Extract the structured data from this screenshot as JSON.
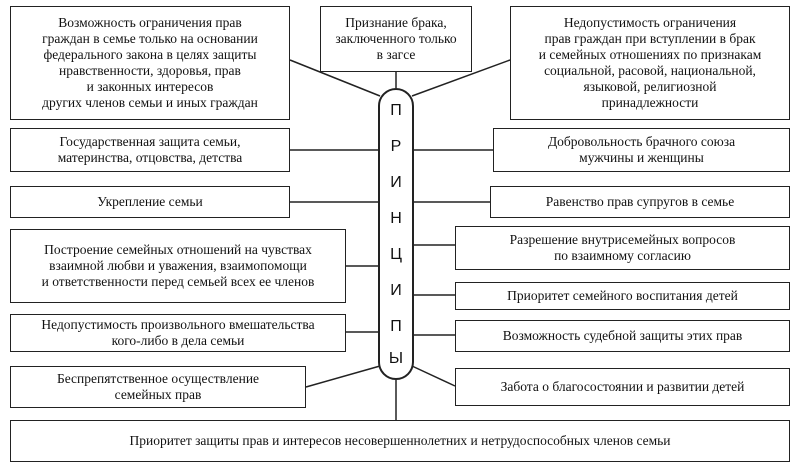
{
  "title_letters": [
    "П",
    "Р",
    "И",
    "Н",
    "Ц",
    "И",
    "П",
    "Ы"
  ],
  "top_center": "Признание брака,\nзаключенного только\nв загсе",
  "left": [
    "Возможность ограничения прав\nграждан в семье только на основании\nфедерального закона в целях защиты\nнравственности, здоровья, прав\nи законных интересов\nдругих членов семьи  и иных граждан",
    "Государственная защита семьи,\nматеринства, отцовства, детства",
    "Укрепление семьи",
    "Построение семейных отношений на чувствах\nвзаимной любви и уважения, взаимопомощи\nи ответственности перед семьей всех ее членов",
    "Недопустимость произвольного вмешательства\nкого-либо в дела семьи",
    "Беспрепятственное осуществление\nсемейных прав"
  ],
  "right": [
    "Недопустимость ограничения\nправ граждан при вступлении в брак\nи семейных отношениях по признакам\nсоциальной, расовой, национальной,\nязыковой, религиозной\nпринадлежности",
    "Добровольность брачного союза\nмужчины и женщины",
    "Равенство прав супругов в семье",
    "Разрешение внутрисемейных вопросов\nпо взаимному согласию",
    "Приоритет семейного воспитания детей",
    "Возможность судебной защиты этих прав",
    "Забота о благосостоянии и развитии детей"
  ],
  "bottom": "Приоритет защиты прав и интересов несовершеннолетних и нетрудоспособных членов семьи"
}
